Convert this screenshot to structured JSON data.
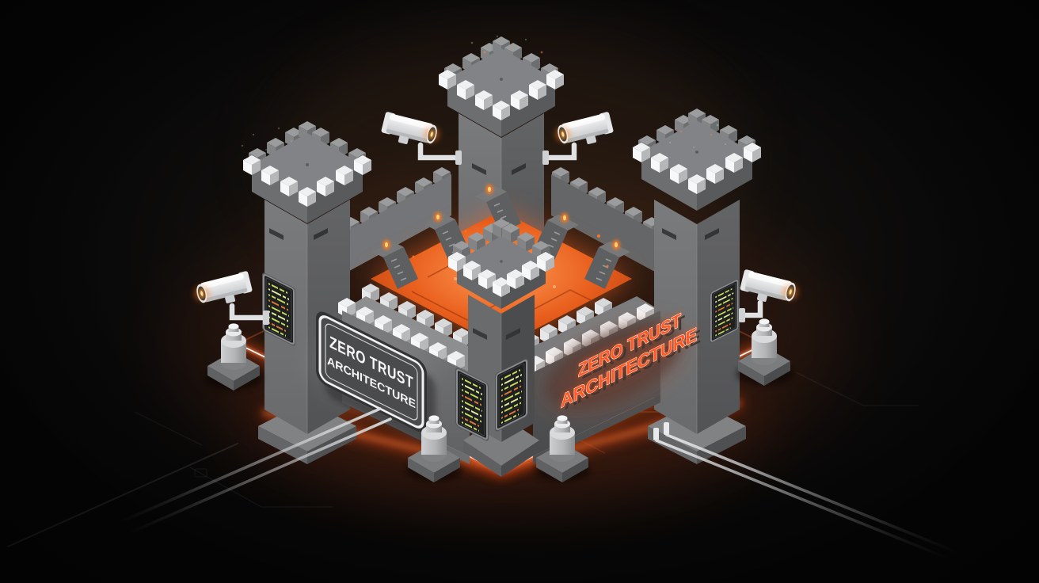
{
  "signs": {
    "left": {
      "line1": "ZERO TRUST",
      "line2": "ARCHITECTURE"
    },
    "right": {
      "line1": "ZERO TRUST",
      "line2": "ARCHITECTURE"
    }
  },
  "colors": {
    "background": "#0b0a09",
    "accent_orange": "#ff5a1f",
    "perimeter_glow": "#ff4d12",
    "perimeter_core": "#ffffff",
    "courtyard_lava": "#ff7a35",
    "camera_lens_glow": "#ffb347",
    "screen_text_green": "#c9da5c",
    "screen_text_pale": "#e4eda0",
    "screen_text_orange": "#e07a35",
    "castle_light_face": "#77787a",
    "castle_dark_face": "#55565a",
    "merlon_white": "#f2f3f5",
    "sign_left_text": "#f7f7f7",
    "sign_right_text": "#ff5a26"
  }
}
